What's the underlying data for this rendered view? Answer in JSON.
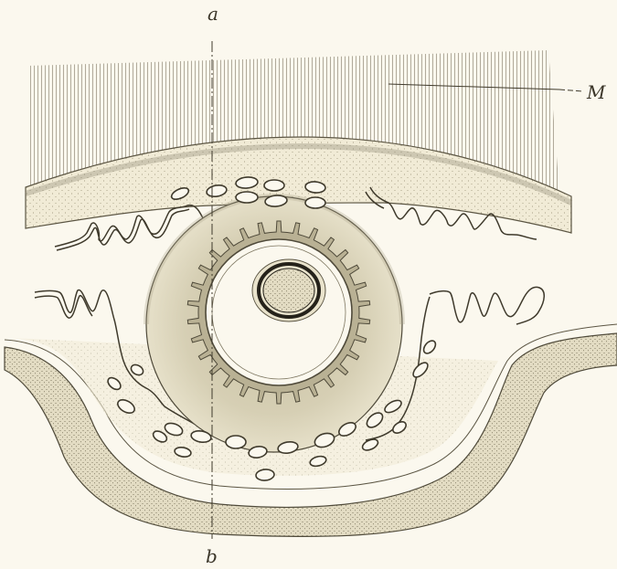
{
  "labels": {
    "top": "a",
    "bottom": "b",
    "right": "M"
  },
  "colors": {
    "background": "#fbf8ee",
    "ink": "#4a4536",
    "tissue_light": "#efe9d3",
    "tissue_mid": "#d9d1b5",
    "tissue_dark": "#b7ae92",
    "nucleus_fill": "#d6cfb6"
  }
}
